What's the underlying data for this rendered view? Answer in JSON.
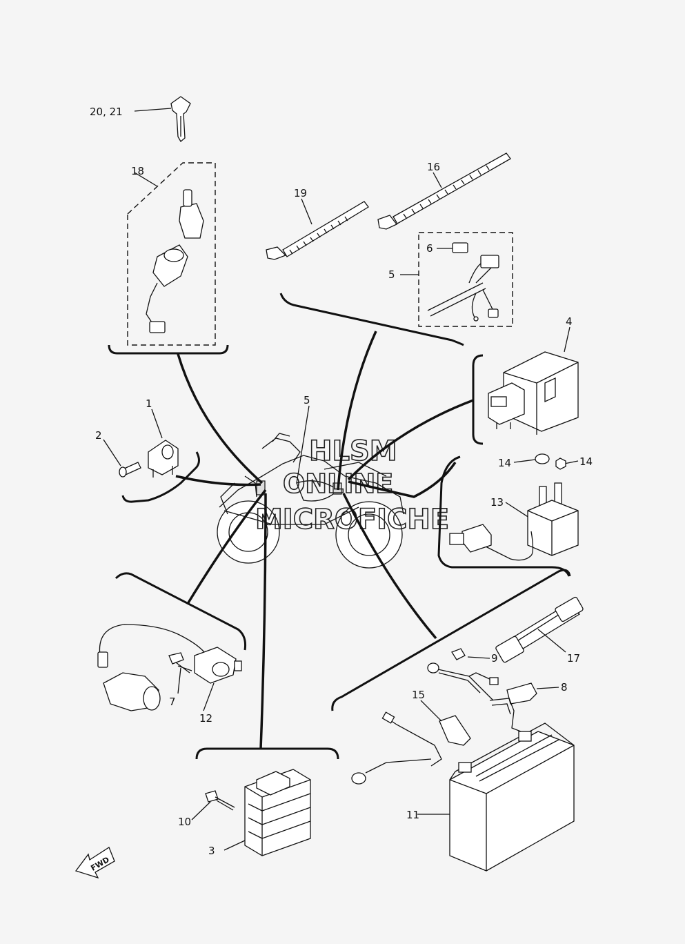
{
  "watermark": {
    "line1": "HLSM",
    "line2": "ONLINE",
    "line3": "MICROFICHE"
  },
  "direction_badge": "FWD",
  "callouts": [
    {
      "id": "c-20-21",
      "text": "20, 21"
    },
    {
      "id": "c-18",
      "text": "18"
    },
    {
      "id": "c-19",
      "text": "19"
    },
    {
      "id": "c-16",
      "text": "16"
    },
    {
      "id": "c-6",
      "text": "6"
    },
    {
      "id": "c-5a",
      "text": "5"
    },
    {
      "id": "c-4",
      "text": "4"
    },
    {
      "id": "c-5b",
      "text": "5"
    },
    {
      "id": "c-1",
      "text": "1"
    },
    {
      "id": "c-2",
      "text": "2"
    },
    {
      "id": "c-14a",
      "text": "14"
    },
    {
      "id": "c-14b",
      "text": "14"
    },
    {
      "id": "c-13",
      "text": "13"
    },
    {
      "id": "c-9",
      "text": "9"
    },
    {
      "id": "c-17",
      "text": "17"
    },
    {
      "id": "c-8",
      "text": "8"
    },
    {
      "id": "c-15",
      "text": "15"
    },
    {
      "id": "c-10",
      "text": "10"
    },
    {
      "id": "c-3",
      "text": "3"
    },
    {
      "id": "c-7",
      "text": "7"
    },
    {
      "id": "c-12",
      "text": "12"
    },
    {
      "id": "c-11",
      "text": "11"
    }
  ]
}
